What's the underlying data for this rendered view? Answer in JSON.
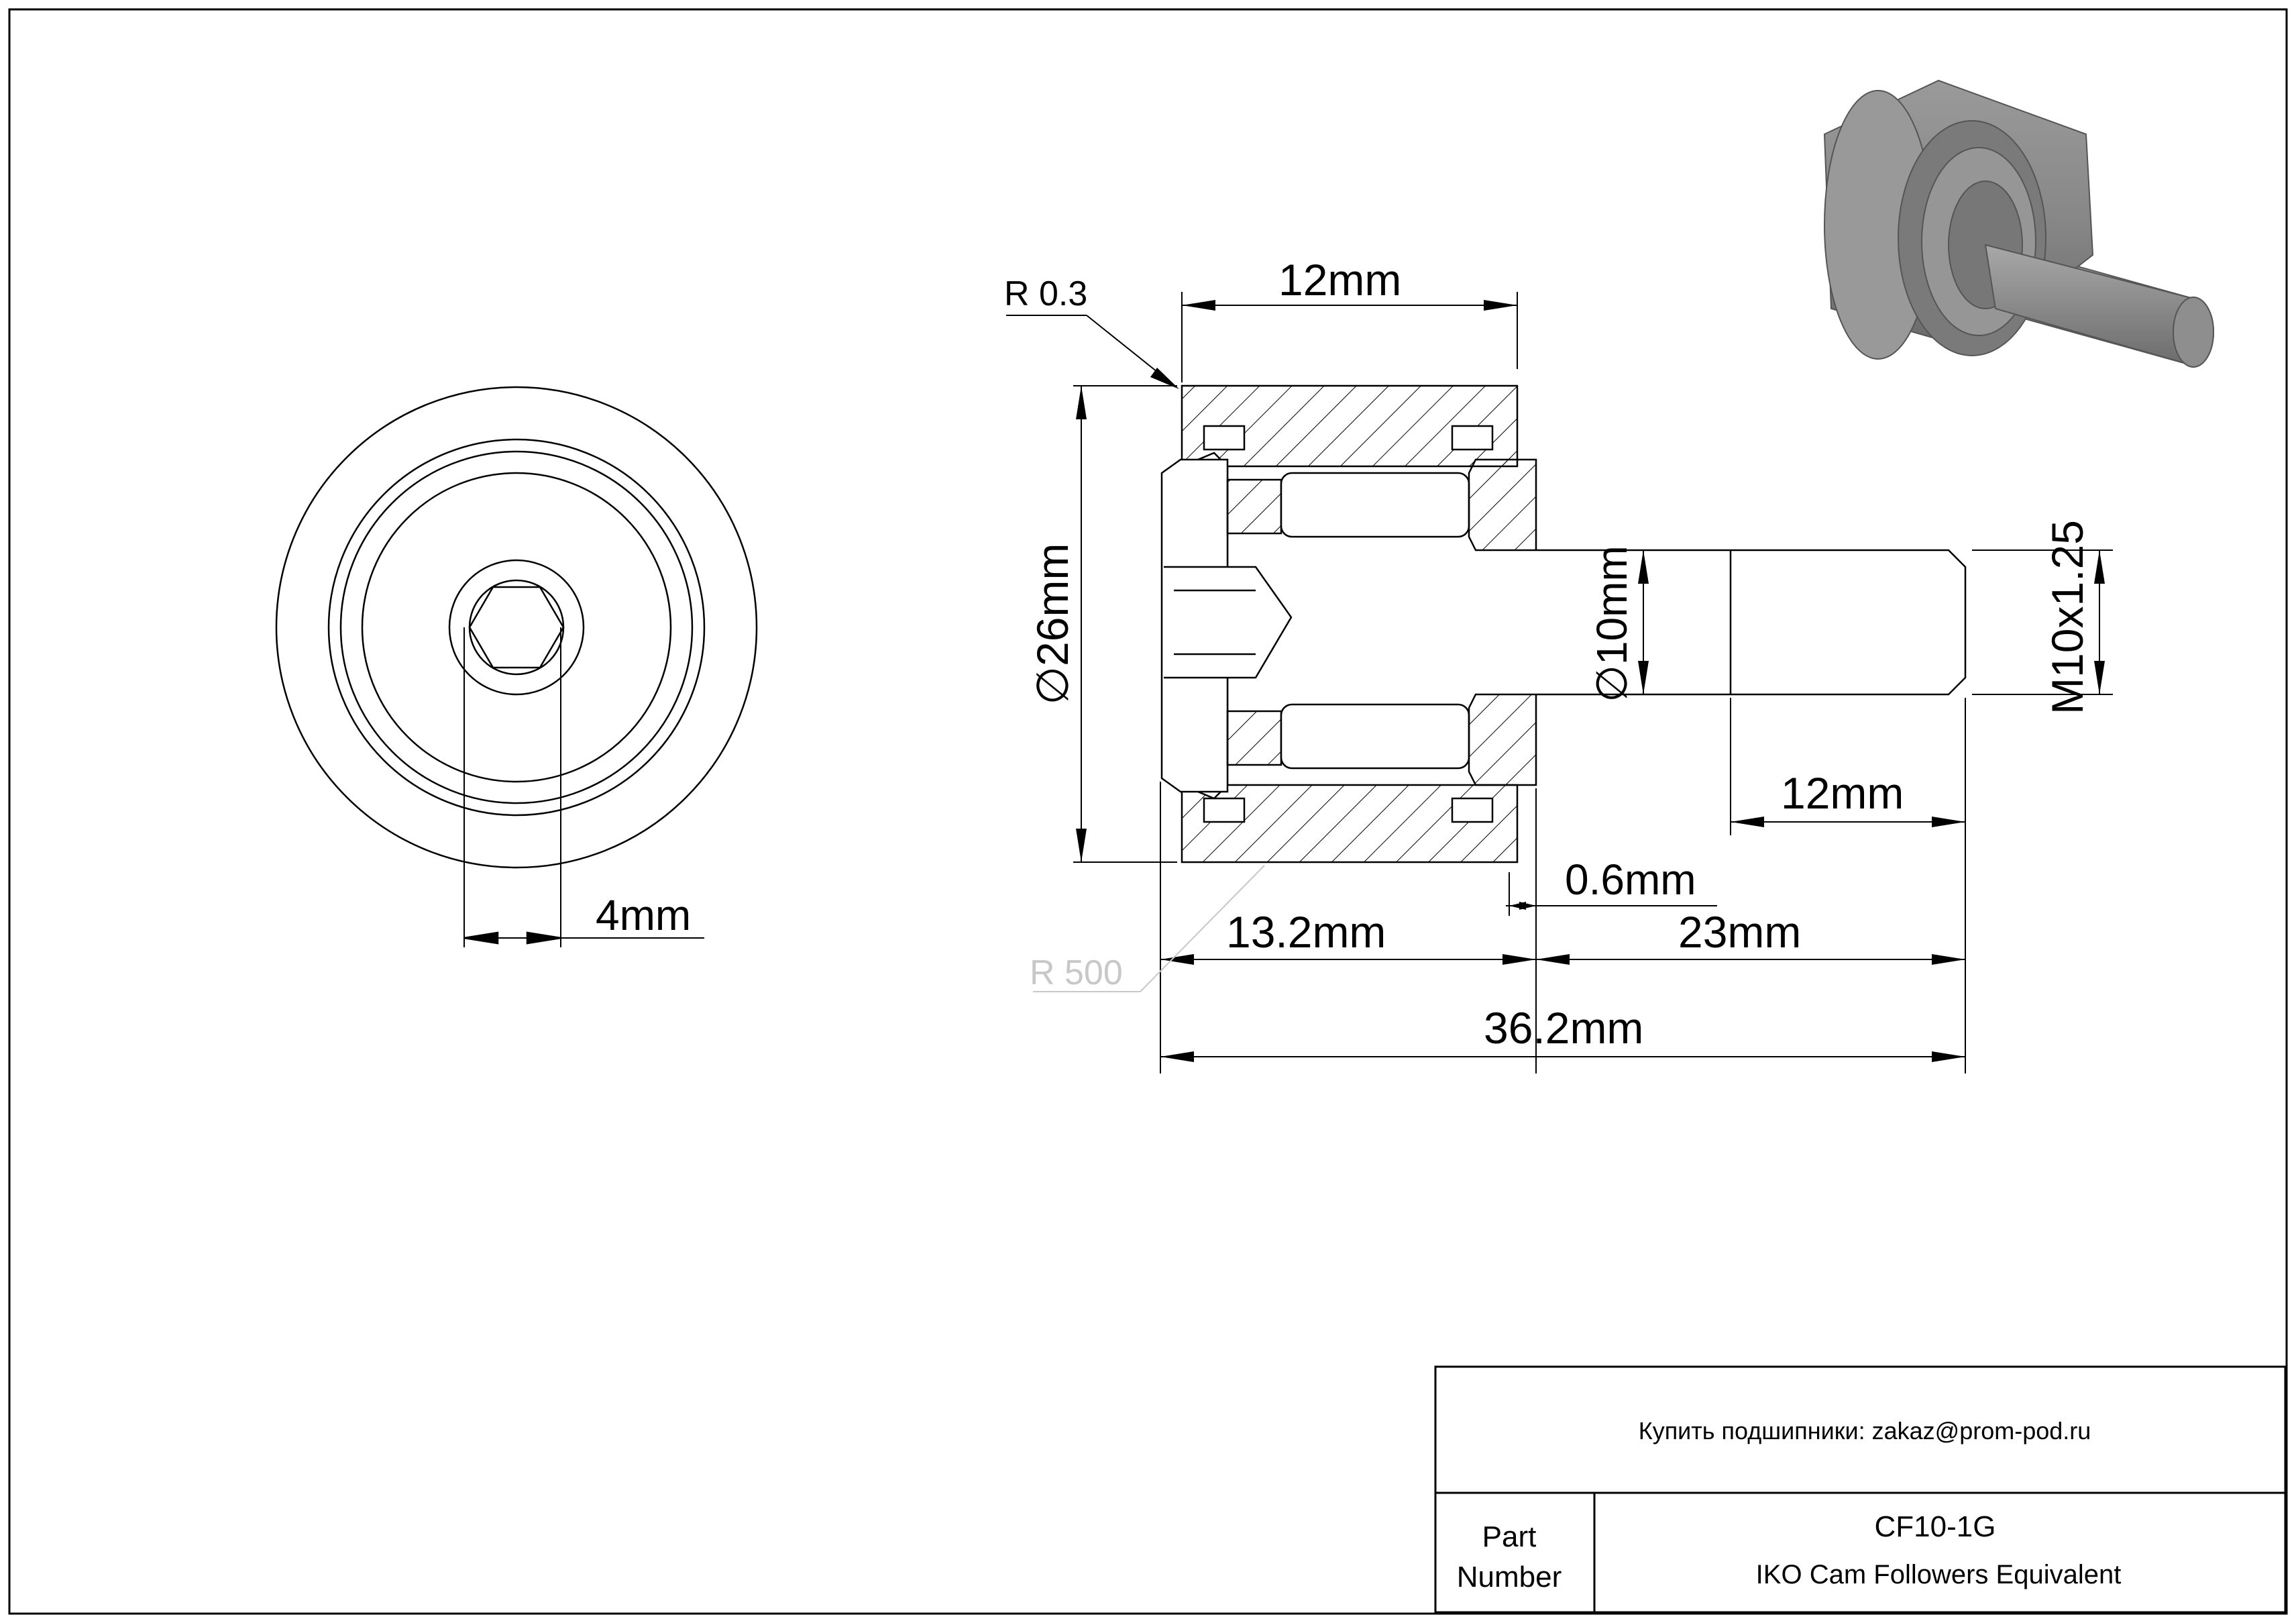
{
  "drawing": {
    "dimensions": {
      "radius_top": "R 0.3",
      "width_outer": "12mm",
      "diameter_outer": "26mm",
      "diameter_stud": "10mm",
      "thread": "M10x1.25",
      "thread_length": "12mm",
      "gap": "0.6mm",
      "head_length": "13.2mm",
      "stud_length": "23mm",
      "overall_length": "36.2mm",
      "radius_crown": "R 500",
      "hex_size": "4mm"
    },
    "diameter_symbol": "∅"
  },
  "title_block": {
    "contact": "Купить подшипники: zakaz@prom-pod.ru",
    "part_label_line1": "Part",
    "part_label_line2": "Number",
    "part_number": "CF10-1G",
    "description": "IKO Cam Followers Equivalent"
  },
  "colors": {
    "line": "#000000",
    "faint": "#c8c8c8",
    "render_body": "#8a8a8a"
  }
}
